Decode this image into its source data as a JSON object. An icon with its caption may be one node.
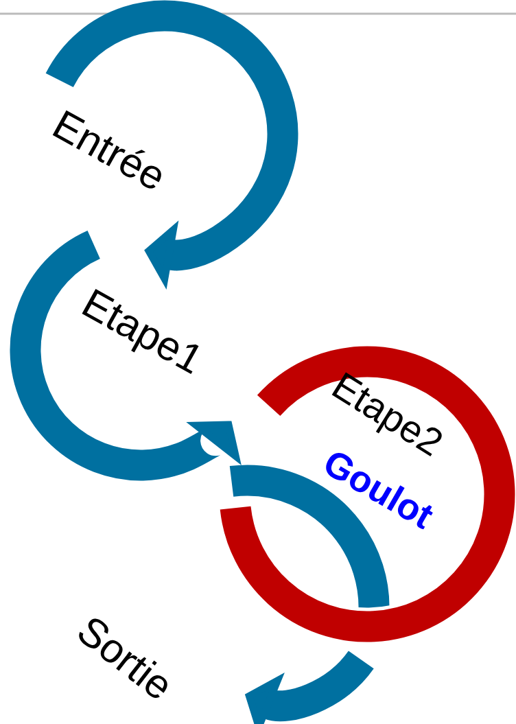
{
  "diagram": {
    "labels": [
      "Entrée",
      "Etape1",
      "Etape2",
      "Goulot",
      "Sortie"
    ]
  }
}
